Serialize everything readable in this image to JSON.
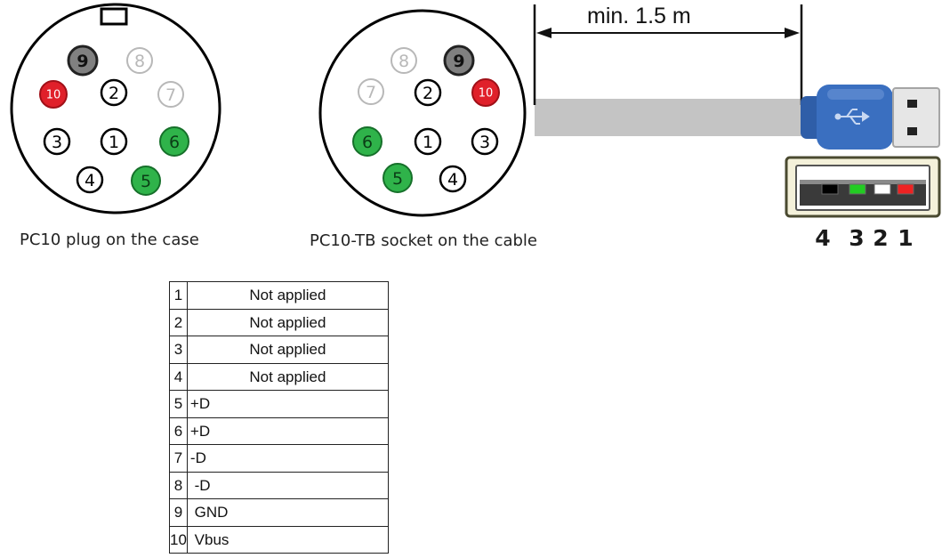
{
  "captions": {
    "plug": "PC10 plug on the case",
    "socket": "PC10-TB socket on the cable"
  },
  "dimension": {
    "label": "min. 1.5 m"
  },
  "usb_numbers": [
    "4",
    "3",
    "2",
    "1"
  ],
  "plug_pins": [
    "9",
    "8",
    "10",
    "2",
    "7",
    "3",
    "1",
    "6",
    "4",
    "5"
  ],
  "socket_pins": [
    "8",
    "9",
    "7",
    "2",
    "10",
    "6",
    "1",
    "3",
    "5",
    "4"
  ],
  "pin_colors": {
    "default": "#ffffff",
    "faded": "#ffffff",
    "gray": "#808080",
    "red": "#e0202a",
    "green": "#2fb34a"
  },
  "usb_contact_colors": [
    "#000000",
    "#22cc22",
    "#ffffff",
    "#ee2222"
  ],
  "cable_color": "#c4c4c4",
  "connector_color": "#3a6fc0",
  "pin_table": {
    "rows": [
      {
        "pin": "1",
        "signal": "Not applied"
      },
      {
        "pin": "2",
        "signal": "Not applied"
      },
      {
        "pin": "3",
        "signal": "Not applied"
      },
      {
        "pin": "4",
        "signal": "Not applied"
      },
      {
        "pin": "5",
        "signal": "+D"
      },
      {
        "pin": "6",
        "signal": "+D"
      },
      {
        "pin": "7",
        "signal": "-D"
      },
      {
        "pin": "8",
        "signal": " -D"
      },
      {
        "pin": "9",
        "signal": " GND"
      },
      {
        "pin": "10",
        "signal": " Vbus"
      }
    ]
  }
}
